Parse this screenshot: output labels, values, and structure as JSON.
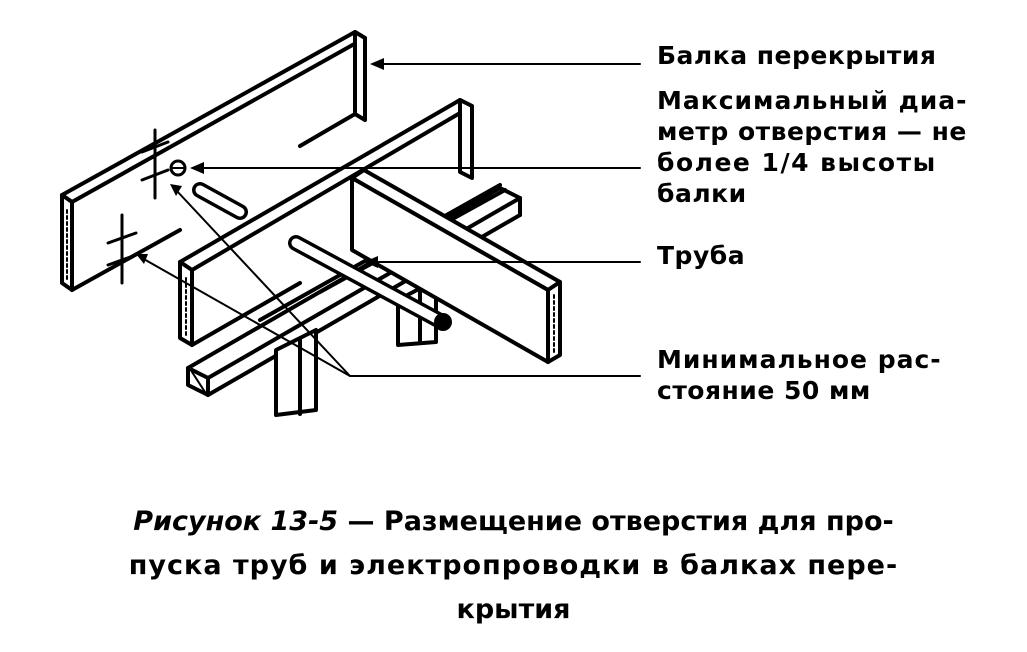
{
  "labels": {
    "beam": "Балка перекрытия",
    "max_diameter": [
      "Максимальный диа-",
      "метр отверстия — не",
      "более 1/4 высоты",
      "балки"
    ],
    "pipe": "Труба",
    "min_distance": [
      "Минимальное рас-",
      "стояние 50 мм"
    ]
  },
  "caption": {
    "figure": "Рисунок 13-5",
    "dash": " — ",
    "line1": "Размещение отверстия для про-",
    "line2": "пуска труб и электропроводки в балках пере-",
    "line3": "крытия"
  }
}
